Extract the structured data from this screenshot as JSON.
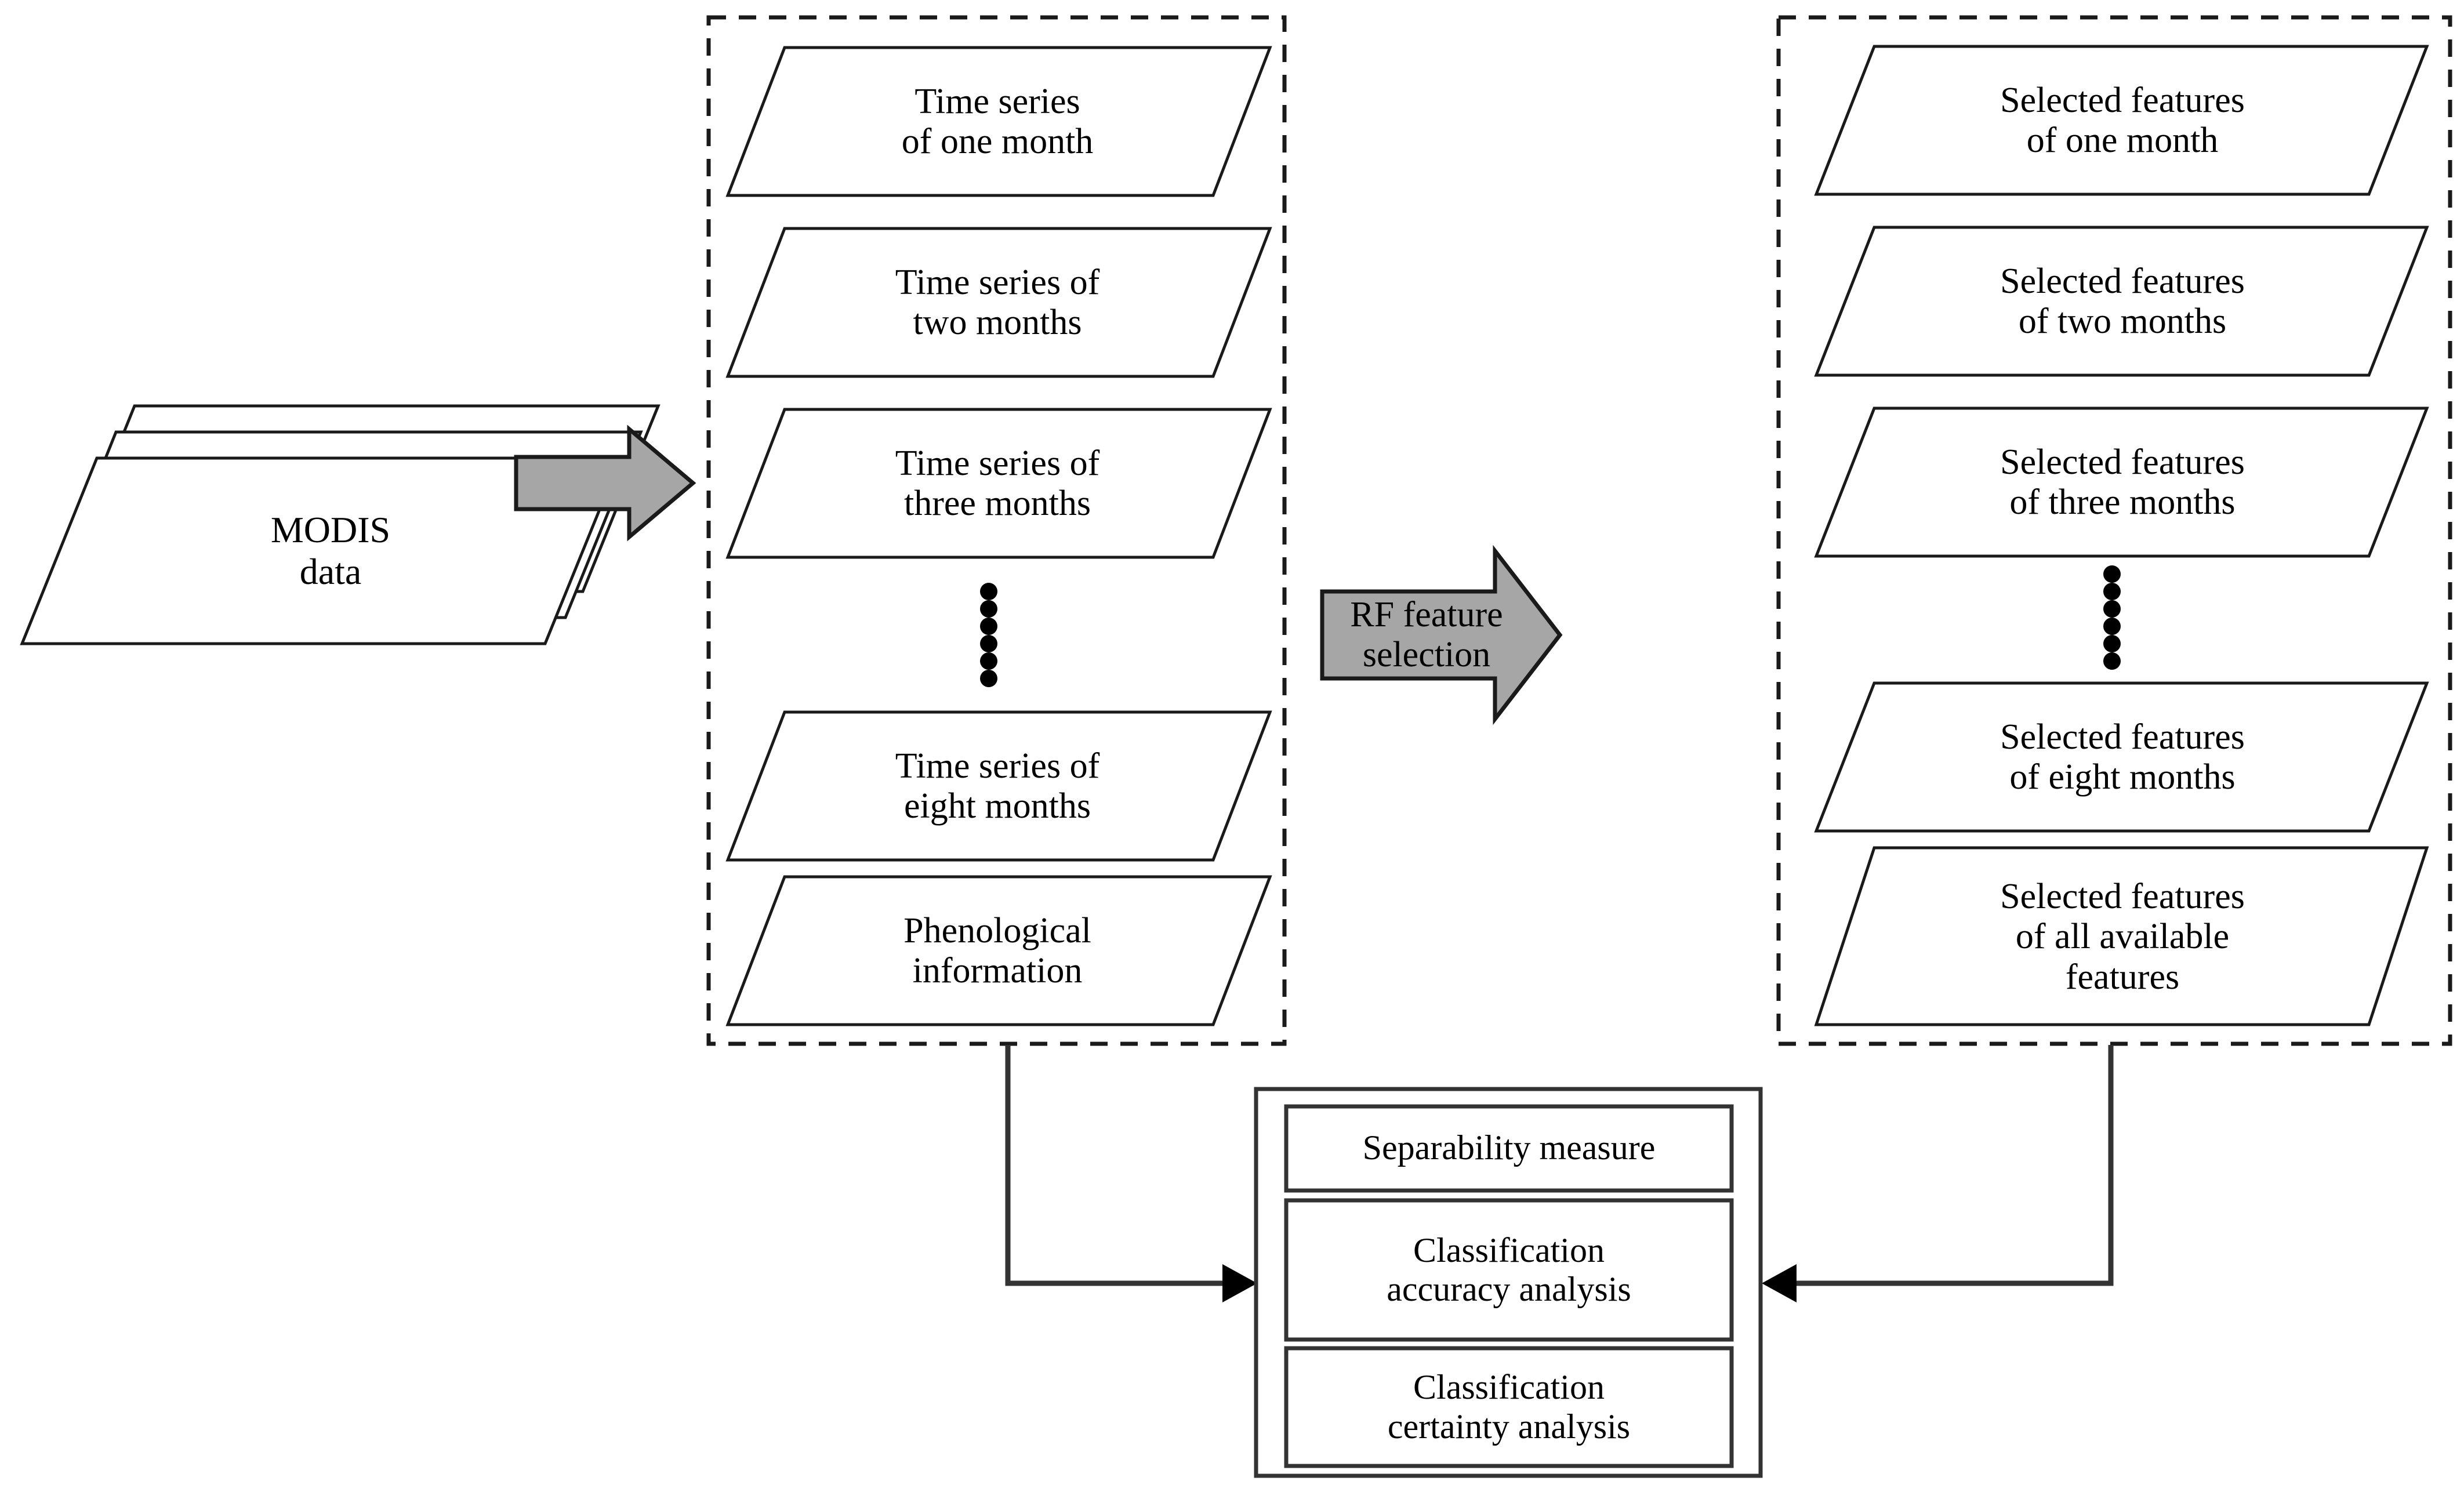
{
  "figure": {
    "type": "flowchart",
    "description": "MODIS data processing workflow flowchart"
  },
  "source": {
    "stack_label": "MODIS\ndata",
    "stack_layers": 3
  },
  "arrows": {
    "modis_to_features": {
      "label": "",
      "style": "block-arrow",
      "fill": "#a6a6a6",
      "stroke": "#1a1a1a",
      "direction": "right"
    },
    "rf_selection": {
      "label": "RF feature selection",
      "style": "block-arrow",
      "fill": "#a6a6a6",
      "stroke": "#1a1a1a",
      "direction": "right"
    },
    "left_to_analysis": {
      "direction": "right",
      "style": "elbow-line"
    },
    "right_to_analysis": {
      "direction": "left",
      "style": "elbow-line"
    }
  },
  "groups": [
    {
      "id": "time-series-group",
      "border": "dashed",
      "items": [
        {
          "id": "ts-one-month",
          "label": "Time series\nof one month"
        },
        {
          "id": "ts-two-months",
          "label": "Time series of\ntwo months"
        },
        {
          "id": "ts-three-months",
          "label": "Time series of\nthree months"
        },
        {
          "id": "ts-ellipsis",
          "label": "⋮",
          "kind": "vertical-dots",
          "dots": 6
        },
        {
          "id": "ts-eight-months",
          "label": "Time series of\neight months"
        },
        {
          "id": "ts-phenological",
          "label": "Phenological\ninformation"
        }
      ]
    },
    {
      "id": "selected-features-group",
      "border": "dashed",
      "items": [
        {
          "id": "sf-one-month",
          "label": "Selected features\nof one month"
        },
        {
          "id": "sf-two-months",
          "label": "Selected features\nof two months"
        },
        {
          "id": "sf-three-months",
          "label": "Selected features\nof three months"
        },
        {
          "id": "sf-ellipsis",
          "label": "⋮",
          "kind": "vertical-dots",
          "dots": 6
        },
        {
          "id": "sf-eight-months",
          "label": "Selected features\nof eight months"
        },
        {
          "id": "sf-all-available",
          "label": "Selected features\nof all available\nfeatures"
        }
      ]
    }
  ],
  "analysis": {
    "id": "analysis-group",
    "border": "solid",
    "items": [
      {
        "id": "separability-measure",
        "label": "Separability measure"
      },
      {
        "id": "classification-accuracy",
        "label": "Classification\naccuracy analysis"
      },
      {
        "id": "classification-certainty",
        "label": "Classification\ncertainty analysis"
      }
    ]
  },
  "colors": {
    "line": "#1a1a1a",
    "arrow_fill": "#a6a6a6",
    "background": "#ffffff",
    "text": "#000000"
  }
}
